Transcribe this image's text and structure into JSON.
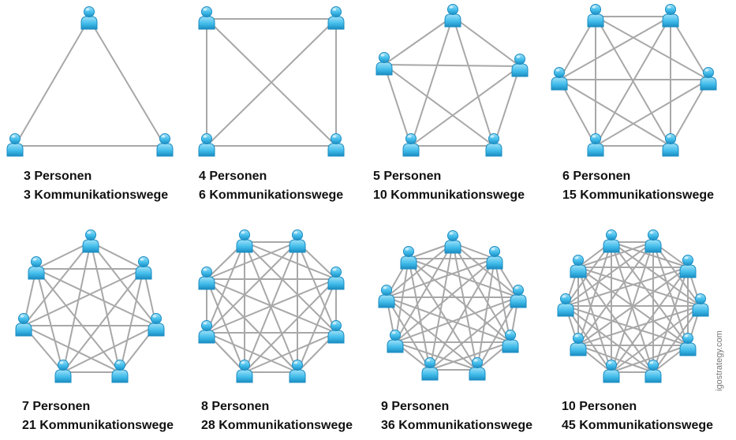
{
  "colors": {
    "edge": "#a8a8a8",
    "person_light": "#9fe1f8",
    "person_mid": "#42bdeb",
    "person_dark": "#1a8cc2",
    "text": "#111111"
  },
  "icon": "person-icon",
  "diagrams": [
    {
      "persons": 3,
      "ways": 3,
      "persons_label": "3 Personen",
      "ways_label": "3 Kommunikationswege"
    },
    {
      "persons": 4,
      "ways": 6,
      "persons_label": "4 Personen",
      "ways_label": "6 Kommunikationswege"
    },
    {
      "persons": 5,
      "ways": 10,
      "persons_label": "5 Personen",
      "ways_label": "10 Kommunikationswege"
    },
    {
      "persons": 6,
      "ways": 15,
      "persons_label": "6 Personen",
      "ways_label": "15 Kommunikationswege"
    },
    {
      "persons": 7,
      "ways": 21,
      "persons_label": "7 Personen",
      "ways_label": "21 Kommunikationswege"
    },
    {
      "persons": 8,
      "ways": 28,
      "persons_label": "8 Personen",
      "ways_label": "28 Kommunikationswege"
    },
    {
      "persons": 9,
      "ways": 36,
      "persons_label": "9 Personen",
      "ways_label": "36 Kommunikationswege"
    },
    {
      "persons": 10,
      "ways": 45,
      "persons_label": "10 Personen",
      "ways_label": "45 Kommunikationswege"
    }
  ],
  "watermark": "igostrategy.com"
}
